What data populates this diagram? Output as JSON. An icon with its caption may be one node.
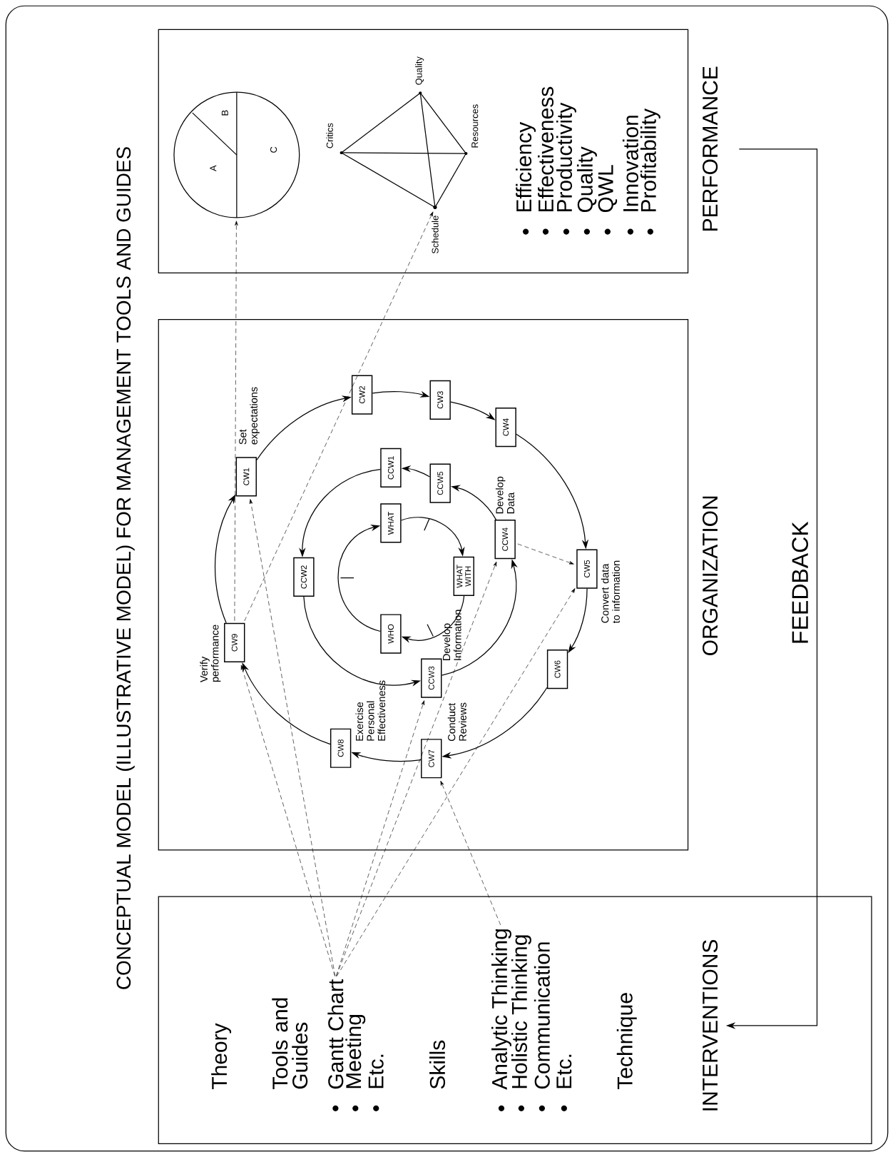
{
  "diagram": {
    "title": "CONCEPTUAL MODEL (ILLUSTRATIVE MODEL) FOR MANAGEMENT TOOLS AND GUIDES",
    "nodes": [
      {
        "text": [
          "Theory",
          "Tools and Guides",
          "Meeting",
          "Etc.",
          "Skills",
          "Holistic Thinking",
          "Communication",
          "Etc.",
          "Technique"
        ]
      },
      {
        "text": [
          "Gantt Chart"
        ],
        "in": 0
      },
      {
        "text": [
          "Analytic Thinking"
        ],
        "in": 0
      },
      {
        "text": [
          "ORGANIZATION"
        ]
      },
      {
        "text": [
          "CW1"
        ],
        "in": 3,
        "beside": [
          "Set expectations"
        ]
      },
      {
        "text": [
          "CW2"
        ],
        "in": 3
      },
      {
        "text": [
          "CW3"
        ],
        "in": 3
      },
      {
        "text": [
          "CW4"
        ],
        "in": 3
      },
      {
        "text": [
          "CW5"
        ],
        "in": 3,
        "beside": [
          "Convert data to information"
        ]
      },
      {
        "text": [
          "CW6"
        ],
        "in": 3
      },
      {
        "text": [
          "CW7"
        ],
        "in": 3,
        "beside": [
          "Conduct Reviews"
        ]
      },
      {
        "text": [
          "CW8"
        ],
        "in": 3,
        "beside": [
          "Exercise Personal Effectiveness"
        ]
      },
      {
        "text": [
          "CW9"
        ],
        "in": 3,
        "beside": [
          "Verify performance"
        ]
      },
      {
        "text": [
          "CCW1"
        ],
        "in": 3
      },
      {
        "text": [
          "CCW2"
        ],
        "in": 3
      },
      {
        "text": [
          "CCW3"
        ],
        "in": 3,
        "beside": [
          "Develop Information"
        ]
      },
      {
        "text": [
          "CCW4"
        ],
        "in": 3,
        "beside": [
          "Develop Data"
        ]
      },
      {
        "text": [
          "CCW5"
        ],
        "in": 3
      },
      {
        "text": [
          "WHAT"
        ],
        "in": 3
      },
      {
        "text": [
          "WHAT WITH"
        ],
        "in": 3
      },
      {
        "text": [
          "WHO"
        ],
        "in": 3
      },
      {
        "text": [
          "Efficiency",
          "Effectiveness",
          "Productivity",
          "Quality",
          "QWL",
          "Innovation",
          "Profitability"
        ]
      },
      {
        "text": [
          "A",
          "B",
          "C"
        ],
        "in": 21
      },
      {
        "text": [
          "Critics",
          "Quality",
          "Resources",
          "Schedule"
        ],
        "in": 21
      },
      {
        "text": [
          "INTERVENTIONS"
        ],
        "in": 0
      },
      {
        "text": [
          "PERFORMANCE"
        ]
      }
    ],
    "edges": [
      {
        "from": 12,
        "to": 4,
        "arrow": "to"
      },
      {
        "from": 4,
        "to": 5,
        "arrow": "to"
      },
      {
        "from": 5,
        "to": 6,
        "arrow": "to"
      },
      {
        "from": 6,
        "to": 7,
        "arrow": "to"
      },
      {
        "from": 7,
        "to": 8,
        "arrow": "to"
      },
      {
        "from": 8,
        "to": 9,
        "arrow": "to"
      },
      {
        "from": 9,
        "to": 10,
        "arrow": "to"
      },
      {
        "from": 10,
        "to": 11,
        "arrow": "to"
      },
      {
        "from": 11,
        "to": 12,
        "arrow": "to"
      },
      {
        "from": 13,
        "to": 14,
        "arrow": "to"
      },
      {
        "from": 14,
        "to": 15,
        "arrow": "to"
      },
      {
        "from": 15,
        "to": 16,
        "arrow": "to"
      },
      {
        "from": 16,
        "to": 17,
        "arrow": "to"
      },
      {
        "from": 17,
        "to": 13,
        "arrow": "to"
      },
      {
        "from": 18,
        "to": 19,
        "arrow": "to"
      },
      {
        "from": 19,
        "to": 20,
        "arrow": "to"
      },
      {
        "from": 20,
        "to": 18,
        "arrow": "to"
      },
      {
        "from": 16,
        "to": 8,
        "arrow": "to",
        "style": "dashed"
      },
      {
        "from": 12,
        "to": 22,
        "arrow": "to",
        "style": "dashed"
      },
      {
        "from": 12,
        "to": 23,
        "arrow": "to",
        "style": "dashed"
      },
      {
        "from": 1,
        "to": 12,
        "arrow": "to",
        "style": "dashed"
      },
      {
        "from": 1,
        "to": 4,
        "arrow": "to",
        "style": "dashed"
      },
      {
        "from": 1,
        "to": 15,
        "arrow": "to",
        "style": "dashed"
      },
      {
        "from": 1,
        "to": 16,
        "arrow": "to",
        "style": "dashed"
      },
      {
        "from": 1,
        "to": 8,
        "arrow": "to",
        "style": "dashed"
      },
      {
        "from": 2,
        "to": 10,
        "arrow": "to",
        "style": "dashed"
      },
      {
        "from": 25,
        "to": 24,
        "arrow": "to",
        "label": "FEEDBACK"
      }
    ]
  }
}
